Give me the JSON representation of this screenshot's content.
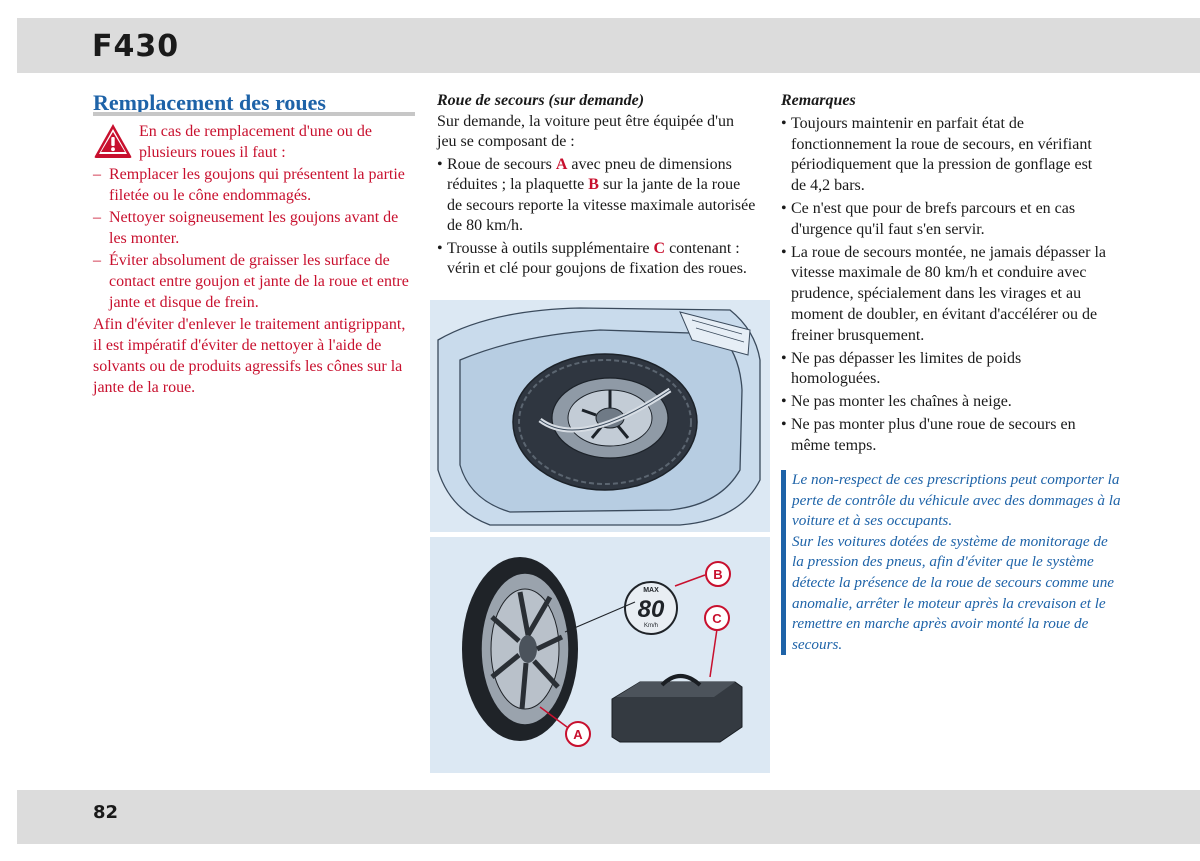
{
  "header": {
    "logo": "F430"
  },
  "footer": {
    "page_number": "82"
  },
  "column1": {
    "title": "Remplacement des roues",
    "warning_intro": "En cas de remplacement d'une ou de plusieurs roues il faut :",
    "items": [
      "Remplacer les goujons qui présentent la partie filetée ou le cône endommagés.",
      "Nettoyer soigneusement les goujons avant de les monter.",
      "Éviter absolument de graisser les surface de contact entre goujon et jante de la roue et entre jante et disque de frein."
    ],
    "paragraph": "Afin d'éviter d'enlever le traitement antigrippant, il est impératif d'éviter de nettoyer à l'aide de solvants ou de produits agressifs les cônes sur la jante de la roue."
  },
  "column2": {
    "subtitle": "Roue de secours (sur demande)",
    "intro": "Sur demande, la voiture peut être équipée d'un jeu se composant de :",
    "items": [
      {
        "before": "Roue de secours ",
        "letter": "A",
        "after": " avec pneu de dimensions réduites ; la plaquette ",
        "letter2": "B",
        "after2": " sur la jante de la roue de secours reporte la vitesse maximale autorisée de 80 km/h."
      },
      {
        "before": "Trousse à outils supplémentaire ",
        "letter": "C",
        "after": " contenant : vérin et clé pour goujons de fixation des roues."
      }
    ],
    "figure2_labels": {
      "a": "A",
      "b": "B",
      "c": "C",
      "max": "MAX",
      "speed": "80",
      "unit": "Km/h"
    }
  },
  "column3": {
    "subtitle": "Remarques",
    "items": [
      "Toujours maintenir en parfait état de fonctionnement la roue de secours, en vérifiant périodiquement que la pression de gonflage est de 4,2 bars.",
      "Ce n'est que pour de brefs parcours et en cas d'urgence qu'il faut s'en servir.",
      "La roue de secours montée, ne jamais dépasser la vitesse maximale de 80 km/h et conduire avec prudence, spécialement dans les virages et au moment de doubler, en évitant d'accélérer ou de freiner brusquement.",
      "Ne pas dépasser les limites de poids homologuées.",
      "Ne pas monter les chaînes à neige.",
      "Ne pas monter plus d'une roue de secours en même temps."
    ],
    "note_1": "Le non-respect de ces prescriptions peut comporter la perte de contrôle du véhicule avec des dommages à la voiture et à ses occupants.",
    "note_2": "Sur les voitures dotées de système de monitorage de la pression des pneus, afin d'éviter que le système détecte la présence de la roue de secours comme une anomalie, arrêter le moteur après la crevaison et le remettre en marche après avoir monté la roue de secours."
  },
  "colors": {
    "accent_blue": "#1e63a8",
    "warning_red": "#c8102e",
    "band_gray": "#dcdcdc",
    "figure_bg": "#dce8f3"
  }
}
